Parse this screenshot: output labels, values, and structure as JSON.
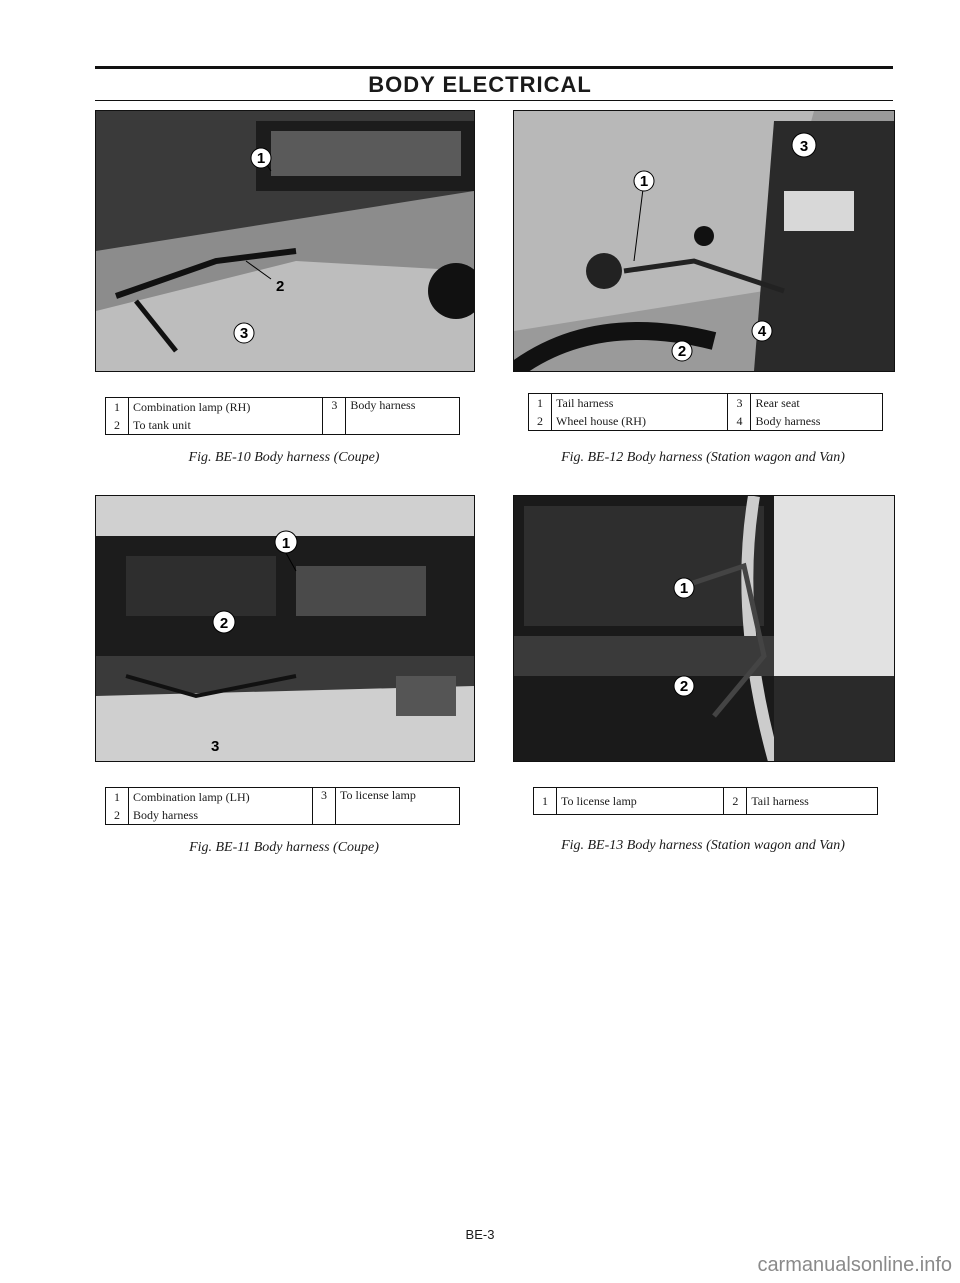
{
  "header": {
    "title": "BODY ELECTRICAL"
  },
  "figures": {
    "be10": {
      "legend": [
        {
          "n": "1",
          "text": "Combination lamp (RH)"
        },
        {
          "n": "2",
          "text": "To tank unit"
        },
        {
          "n": "3",
          "text": "Body harness"
        }
      ],
      "caption": "Fig. BE-10 Body harness (Coupe)",
      "callouts": [
        "1",
        "2",
        "3"
      ]
    },
    "be11": {
      "legend": [
        {
          "n": "1",
          "text": "Combination lamp (LH)"
        },
        {
          "n": "2",
          "text": "Body harness"
        },
        {
          "n": "3",
          "text": "To license lamp"
        }
      ],
      "caption": "Fig. BE-11 Body harness (Coupe)",
      "callouts": [
        "1",
        "2",
        "3"
      ]
    },
    "be12": {
      "legend": [
        {
          "n": "1",
          "text": "Tail harness"
        },
        {
          "n": "2",
          "text": "Wheel house (RH)"
        },
        {
          "n": "3",
          "text": "Rear seat"
        },
        {
          "n": "4",
          "text": "Body harness"
        }
      ],
      "caption": "Fig. BE-12 Body harness (Station wagon and Van)",
      "callouts": [
        "1",
        "2",
        "3",
        "4"
      ]
    },
    "be13": {
      "legend": [
        {
          "n": "1",
          "text": "To license lamp"
        },
        {
          "n": "2",
          "text": "Tail harness"
        }
      ],
      "caption": "Fig. BE-13 Body harness (Station wagon and Van)",
      "callouts": [
        "1",
        "2"
      ]
    }
  },
  "footer": {
    "page": "BE-3",
    "watermark": "carmanualsonline.info"
  }
}
